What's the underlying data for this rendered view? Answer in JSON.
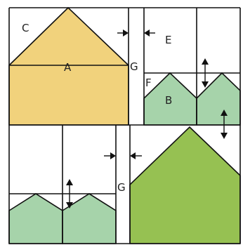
{
  "labels": {
    "a": "A",
    "b": "B",
    "c": "C",
    "e": "E",
    "f": "F",
    "g_top": "G",
    "g_bottom": "G"
  },
  "colors": {
    "yellow_house": "#f1d27c",
    "green_house_light": "#a6d3aa",
    "green_house_dark": "#96c152",
    "outline": "#111111",
    "background": "#ffffff"
  }
}
